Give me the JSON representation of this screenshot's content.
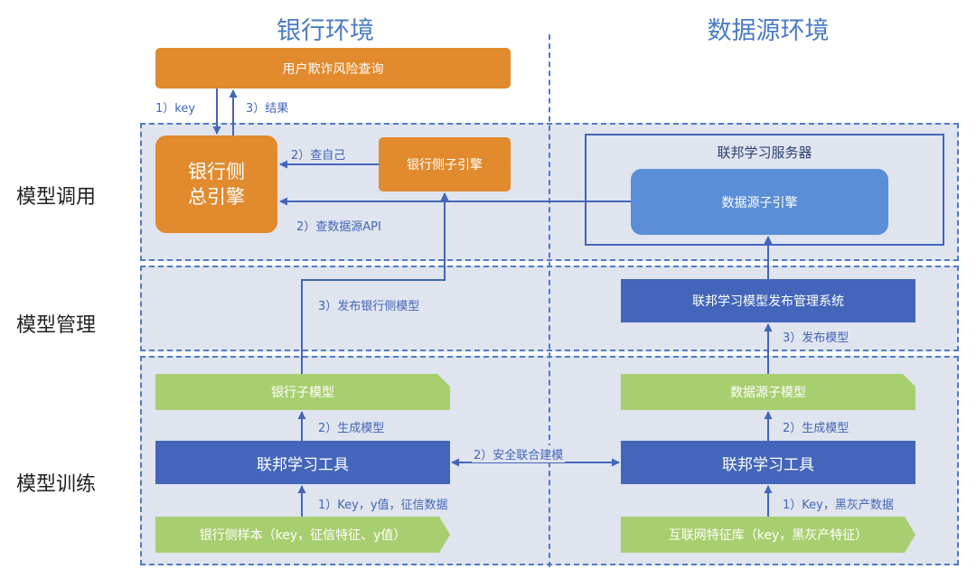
{
  "headers": {
    "bank_env": "银行环境",
    "source_env": "数据源环境"
  },
  "rows": {
    "invoke": "模型调用",
    "manage": "模型管理",
    "train": "模型训练"
  },
  "boxes": {
    "fraud_query": "用户欺诈风险查询",
    "bank_engine_line1": "银行侧",
    "bank_engine_line2": "总引擎",
    "bank_sub_engine": "银行侧子引擎",
    "fl_server": "联邦学习服务器",
    "source_sub_engine": "数据源子引擎",
    "publish_system": "联邦学习模型发布管理系统",
    "bank_sub_model": "银行子模型",
    "source_sub_model": "数据源子模型",
    "bank_fl_tool": "联邦学习工具",
    "source_fl_tool": "联邦学习工具",
    "bank_samples": "银行侧样本（key，征信特征、y值）",
    "source_features": "互联网特征库（key，黑灰产特征）"
  },
  "annotations": {
    "key": "1）key",
    "result": "3）结果",
    "check_self": "2）查自己",
    "check_source_api": "2）查数据源API",
    "publish_bank_model": "3）发布银行侧模型",
    "publish_model": "3）发布模型",
    "gen_model_left": "2）生成模型",
    "gen_model_right": "2）生成模型",
    "secure_modeling": "2）安全联合建模",
    "bank_inputs": "1）Key，y值，征信数据",
    "source_inputs": "1）Key，黑灰产数据"
  },
  "colors": {
    "orange": "#e18a2e",
    "dark_blue": "#4366ba",
    "light_blue": "#5a8ed6",
    "green": "#a8cf6f",
    "band": "#dfe4ee",
    "header_text": "#4a7bc4"
  }
}
